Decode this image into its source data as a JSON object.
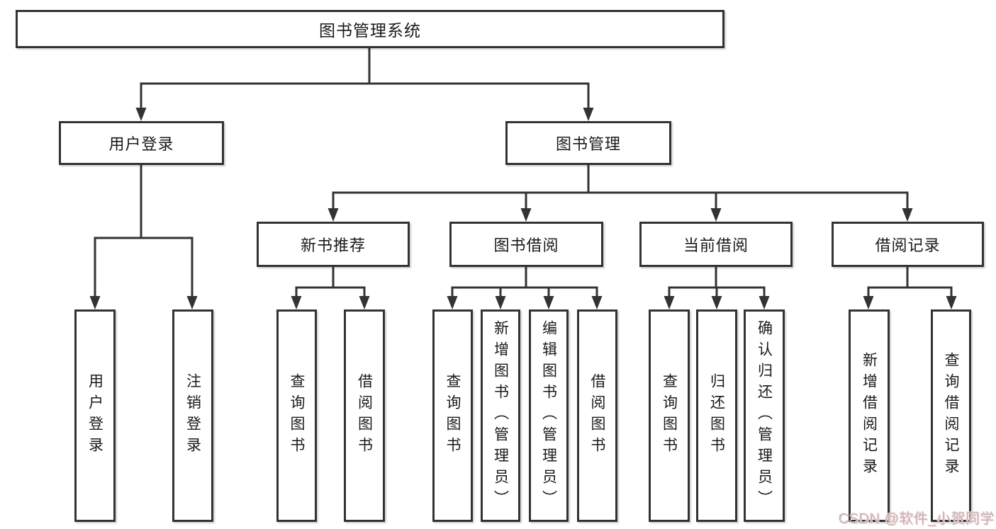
{
  "tree": {
    "label": "图书管理系统",
    "children": [
      {
        "label": "用户登录",
        "children": [
          "用户登录",
          "注销登录"
        ]
      },
      {
        "label": "图书管理",
        "children": [
          {
            "label": "新书推荐",
            "children": [
              "查询图书",
              "借阅图书"
            ]
          },
          {
            "label": "图书借阅",
            "children": [
              "查询图书",
              "新增图书（管理员）",
              "编辑图书（管理员）",
              "借阅图书"
            ]
          },
          {
            "label": "当前借阅",
            "children": [
              "查询图书",
              "归还图书",
              "确认归还（管理员）"
            ]
          },
          {
            "label": "借阅记录",
            "children": [
              "新增借阅记录",
              "查询借阅记录"
            ]
          }
        ]
      }
    ]
  },
  "watermark": {
    "text": "CSDN @软件_小贺同学"
  },
  "colors": {
    "line": "#333333",
    "box_border": "#333333",
    "text": "#1a1a1a",
    "background": "#ffffff",
    "watermark_text": "#c2b6b6",
    "watermark_halo": "#f8d8d8"
  }
}
